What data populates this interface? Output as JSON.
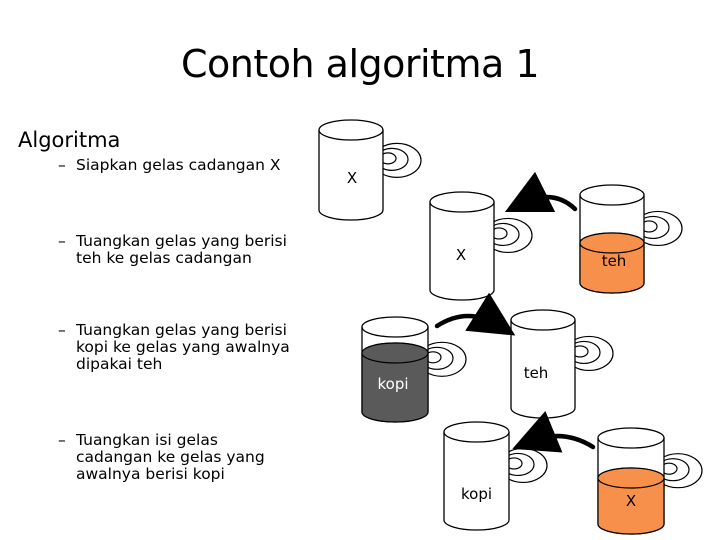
{
  "slide": {
    "title": "Contoh algoritma 1",
    "section_heading": "Algoritma",
    "bullet_symbol": "–",
    "steps": [
      {
        "line1": "Siapkan gelas cadangan X"
      },
      {
        "line1": "Tuangkan gelas yang berisi",
        "line2": "teh ke gelas cadangan"
      },
      {
        "line1": "Tuangkan gelas yang berisi",
        "line2": "kopi ke gelas yang awalnya",
        "line3": "dipakai teh"
      },
      {
        "line1": "Tuangkan isi gelas",
        "line2": "cadangan ke gelas yang",
        "line3": "awalnya berisi kopi"
      }
    ]
  },
  "diagram": {
    "colors": {
      "teh": "#f7904a",
      "kopi": "#5a5a5a",
      "outline": "#000000",
      "empty": "#ffffff"
    },
    "step1": {
      "mug_label": "X"
    },
    "step2": {
      "left_label": "X",
      "right_label": "teh"
    },
    "step3": {
      "left_label": "kopi",
      "right_label": "teh"
    },
    "step4": {
      "left_label": "kopi",
      "right_label": "X"
    }
  }
}
